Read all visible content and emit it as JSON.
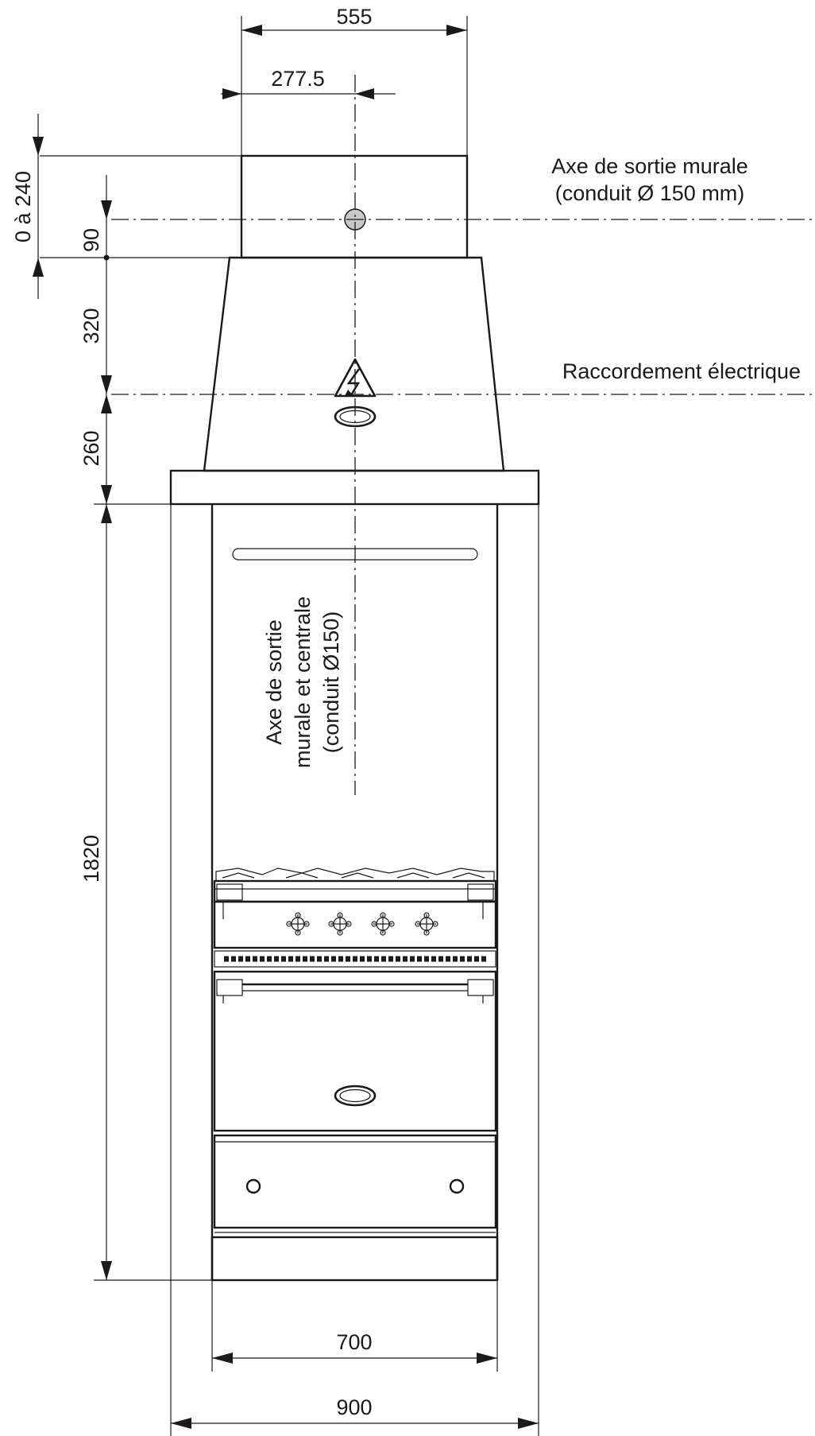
{
  "dimensions": {
    "top_width": "555",
    "half_width": "277.5",
    "wall_range": "0 à 240",
    "d90": "90",
    "d320": "320",
    "d260": "260",
    "d1820": "1820",
    "d700": "700",
    "d900": "900"
  },
  "labels": {
    "wall_exit_line1": "Axe de sortie murale",
    "wall_exit_line2": "(conduit Ø 150 mm)",
    "electrical": "Raccordement électrique",
    "central_line1": "Axe de sortie",
    "central_line2": "murale et centrale",
    "central_line3": "(conduit Ø150)"
  },
  "icons": {
    "warning": "electrical-hazard-icon",
    "exhaust": "exhaust-outlet-icon"
  },
  "colors": {
    "line": "#1a1a1a",
    "outlet_fill": "#c8c8c8"
  }
}
